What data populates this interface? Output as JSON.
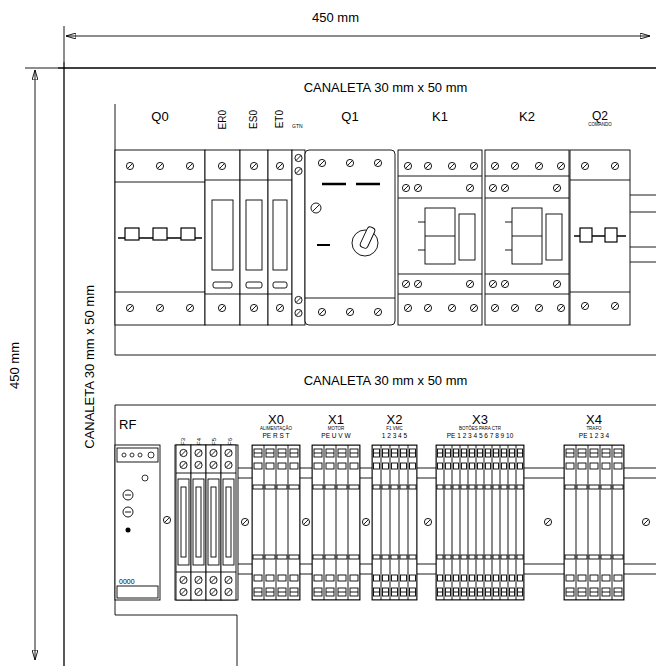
{
  "diagram": {
    "nodes": [
      {
        "text": [
          "CANALETA 30 mm x 50 mm"
        ]
      },
      {
        "text": [
          "CANALETA 30 mm x 50 mm"
        ]
      },
      {
        "text": [
          "Q0"
        ]
      },
      {
        "text": [
          "ER0"
        ]
      },
      {
        "text": [
          "ES0"
        ]
      },
      {
        "text": [
          "ET0"
        ]
      },
      {
        "text": [
          "Q1"
        ]
      },
      {
        "text": [
          "K1"
        ]
      },
      {
        "text": [
          "K2"
        ]
      },
      {
        "text": [
          "Q2",
          "COMANDO"
        ]
      },
      {
        "text": [
          "CANALETA 30 mm x 50 mm"
        ]
      },
      {
        "text": [
          "RF",
          "0000"
        ]
      },
      {
        "text": [
          "F3",
          "F4",
          "F5",
          "F6"
        ]
      },
      {
        "text": [
          "X0",
          "ALIMENTAÇÃO",
          "PE R S T"
        ]
      },
      {
        "text": [
          "X1",
          "MOTOR",
          "PE U V W"
        ]
      },
      {
        "text": [
          "X2",
          "F1 VMC",
          "1 2 3 4 5"
        ]
      },
      {
        "text": [
          "X3",
          "BOTÕES PARA CTR",
          "PE 1 2 3 4 5 6 7 8 9 10"
        ]
      },
      {
        "text": [
          "X4",
          "TRAFO",
          "PE 1 2 3 4"
        ]
      }
    ],
    "labels": [
      "450 mm",
      "450 mm",
      "GTN"
    ]
  }
}
